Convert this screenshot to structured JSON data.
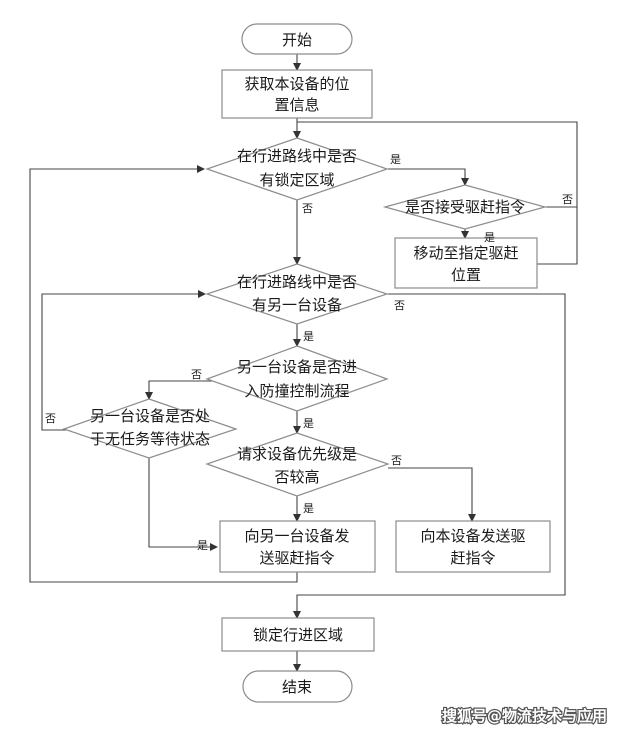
{
  "nodes": {
    "start": "开始",
    "get_position": [
      "获取本设备的位",
      "置信息"
    ],
    "lock_check": [
      "在行进路线中是否",
      "有锁定区域"
    ],
    "drive_cmd_check": "是否接受驱赶指令",
    "move_to": [
      "移动至指定驱赶",
      "位置"
    ],
    "other_device_check": [
      "在行进路线中是否",
      "有另一台设备"
    ],
    "anti_collision_check": [
      "另一台设备是否进",
      "入防撞控制流程"
    ],
    "idle_check": [
      "另一台设备是否处",
      "于无任务等待状态"
    ],
    "priority_check": [
      "请求设备优先级是",
      "否较高"
    ],
    "send_to_other": [
      "向另一台设备发",
      "送驱赶指令"
    ],
    "send_to_self": [
      "向本设备发送驱",
      "赶指令"
    ],
    "lock_area": "锁定行进区域",
    "end": "结束"
  },
  "labels": {
    "yes": "是",
    "no": "否"
  },
  "watermark": "搜狐号@物流技术与应用"
}
